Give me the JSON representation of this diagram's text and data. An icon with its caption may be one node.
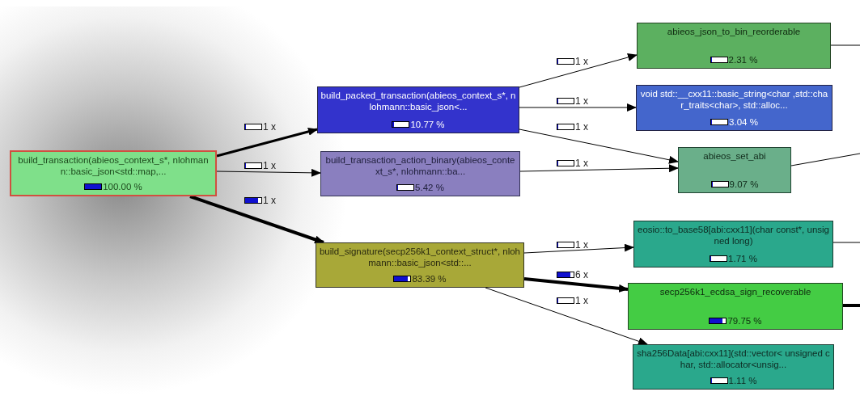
{
  "diagram": {
    "nodes": [
      {
        "text": [
          "build_transaction(abieos_context_s*, nlohmann::basic_json<std::map,...",
          "100.00 %"
        ]
      },
      {
        "text": [
          "build_packed_transaction(abieos_context_s*, nlohmann::basic_json<...",
          "10.77 %"
        ]
      },
      {
        "text": [
          "build_transaction_action_binary(abieos_context_s*, nlohmann::ba...",
          "5.42 %"
        ]
      },
      {
        "text": [
          "build_signature(secp256k1_context_struct*, nlohmann::basic_json<std::...",
          "83.39 %"
        ]
      },
      {
        "text": [
          "abieos_json_to_bin_reorderable",
          "2.31 %"
        ]
      },
      {
        "text": [
          "void std::__cxx11::basic_string<char ,std::char_traits<char>, std::alloc...",
          "3.04 %"
        ]
      },
      {
        "text": [
          "abieos_set_abi",
          "9.07 %"
        ]
      },
      {
        "text": [
          "eosio::to_base58[abi:cxx11](char const*, unsigned long)",
          "1.71 %"
        ]
      },
      {
        "text": [
          "secp256k1_ecdsa_sign_recoverable",
          "79.75 %"
        ]
      },
      {
        "text": [
          "sha256Data[abi:cxx11](std::vector< unsigned char, std::allocator<unsig...",
          "1.11 %"
        ]
      }
    ],
    "edges": [
      {
        "from": 0,
        "to": 1,
        "arrow": "to",
        "label": "1 x",
        "style": "thick"
      },
      {
        "from": 0,
        "to": 2,
        "arrow": "to",
        "label": "1 x"
      },
      {
        "from": 0,
        "to": 3,
        "arrow": "to",
        "label": "1 x",
        "style": "thick"
      },
      {
        "from": 1,
        "to": 4,
        "arrow": "to",
        "label": "1 x"
      },
      {
        "from": 1,
        "to": 5,
        "arrow": "to",
        "label": "1 x"
      },
      {
        "from": 1,
        "to": 6,
        "arrow": "to",
        "label": "1 x"
      },
      {
        "from": 2,
        "to": 6,
        "arrow": "to",
        "label": "1 x"
      },
      {
        "from": 3,
        "to": 7,
        "arrow": "to",
        "label": "1 x"
      },
      {
        "from": 3,
        "to": 8,
        "arrow": "to",
        "label": "6 x",
        "style": "thick"
      },
      {
        "from": 3,
        "to": 9,
        "arrow": "to",
        "label": "1 x"
      },
      {
        "from": 4,
        "to": null,
        "arrow": "none"
      },
      {
        "from": 6,
        "to": null,
        "arrow": "none"
      },
      {
        "from": 7,
        "to": null,
        "arrow": "none"
      },
      {
        "from": 8,
        "to": null,
        "arrow": "none",
        "style": "thick"
      }
    ]
  }
}
